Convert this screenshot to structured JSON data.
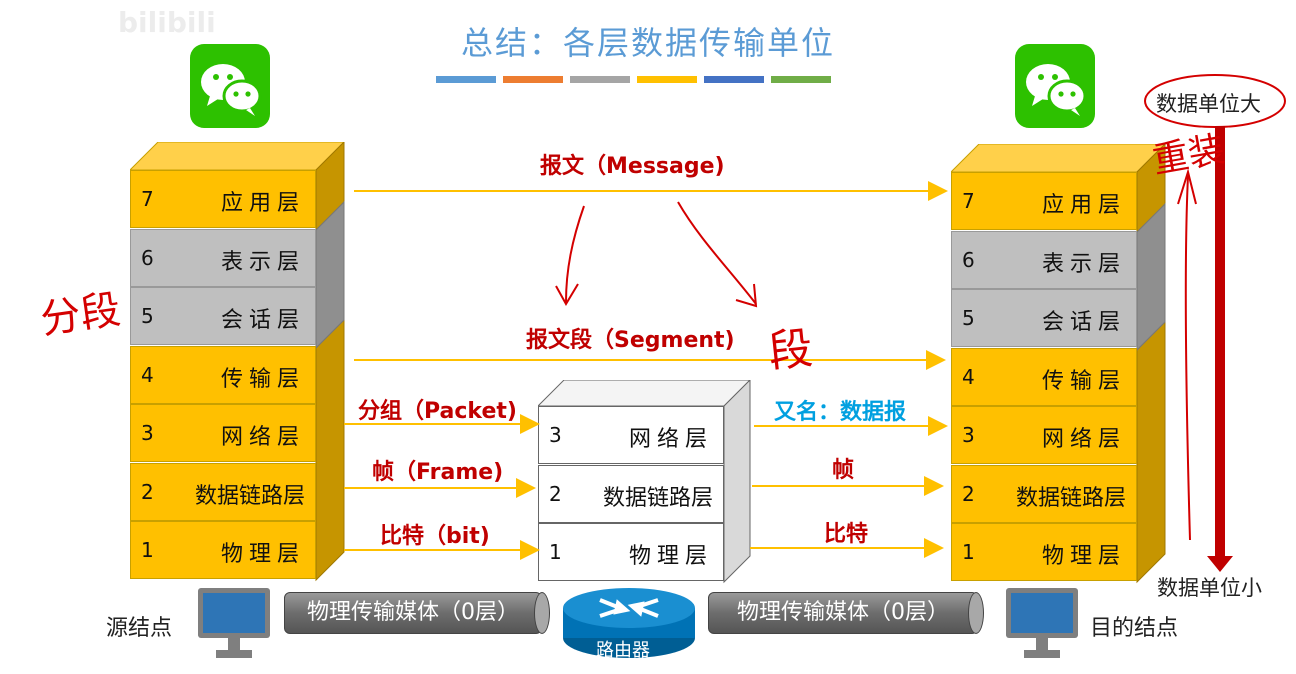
{
  "title": "总结：各层数据传输单位",
  "watermark": "bilibili",
  "stripes": [
    "#5b9bd5",
    "#ed7d31",
    "#a5a5a5",
    "#ffc000",
    "#4472c4",
    "#70ad47"
  ],
  "left_stack": [
    {
      "num": "7",
      "name": "应用层"
    },
    {
      "num": "6",
      "name": "表示层"
    },
    {
      "num": "5",
      "name": "会话层"
    },
    {
      "num": "4",
      "name": "传输层"
    },
    {
      "num": "3",
      "name": "网络层"
    },
    {
      "num": "2",
      "name": "数据链路层"
    },
    {
      "num": "1",
      "name": "物理层"
    }
  ],
  "right_stack": [
    {
      "num": "7",
      "name": "应用层"
    },
    {
      "num": "6",
      "name": "表示层"
    },
    {
      "num": "5",
      "name": "会话层"
    },
    {
      "num": "4",
      "name": "传输层"
    },
    {
      "num": "3",
      "name": "网络层"
    },
    {
      "num": "2",
      "name": "数据链路层"
    },
    {
      "num": "1",
      "name": "物理层"
    }
  ],
  "router_stack": [
    {
      "num": "3",
      "name": "网络层"
    },
    {
      "num": "2",
      "name": "数据链路层"
    },
    {
      "num": "1",
      "name": "物理层"
    }
  ],
  "labels": {
    "message": "报文（Message)",
    "segment": "报文段（Segment)",
    "packet": "分组（Packet)",
    "frame": "帧（Frame)",
    "bit": "比特（bit)",
    "datagram": "又名：数据报",
    "frame_right": "帧",
    "bit_right": "比特"
  },
  "bottom": {
    "source": "源结点",
    "dest": "目的结点",
    "medium_left": "物理传输媒体（0层）",
    "medium_right": "物理传输媒体（0层）",
    "router": "路由器"
  },
  "scale": {
    "top": "数据单位大",
    "bottom": "数据单位小"
  },
  "handwriting": {
    "segmenting": "分段",
    "duan": "段",
    "reassemble": "重装"
  },
  "colors": {
    "yellow_layer": "#ffc000",
    "gray_layer": "#bfbfbf",
    "arrow": "#ffc000",
    "label_red": "#c00000",
    "label_blue": "#00a0e0",
    "scale_arrow": "#c00000"
  }
}
